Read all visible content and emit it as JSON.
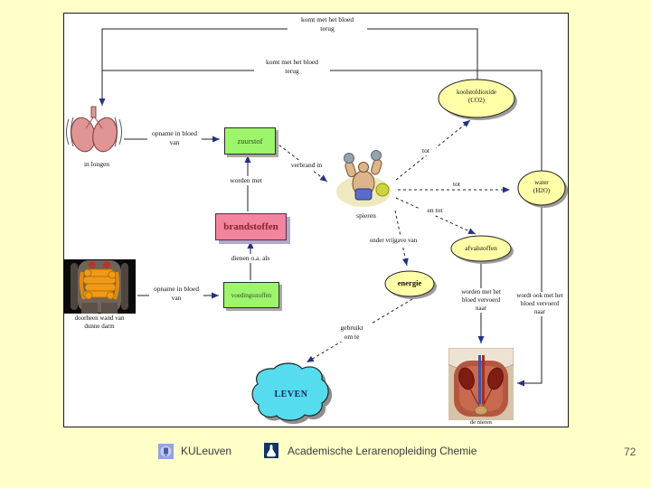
{
  "slide": {
    "title_context": "concept map verbranding in het lichaam",
    "page_number": "72"
  },
  "footer": {
    "institution": "KULeuven",
    "program": "Academische Lerarenopleiding Chemie"
  },
  "colors": {
    "background": "#FFFFC8",
    "panel": "#FFFFFF",
    "node_green": "#9DF56B",
    "node_pink": "#F2849E",
    "node_yellow": "#FFFFA8",
    "cloud_cyan": "#55DCEE",
    "arrow_navy": "#253089",
    "brandstoffen_text": "#8B2030"
  },
  "diagram": {
    "nodes": {
      "zuurstof": "zuurstof",
      "voedingsstoffen": "voedingsstoffen",
      "brandstoffen": "brandstoffen",
      "koolstofdioxide": [
        "koolstofdioxide",
        "(CO2)"
      ],
      "water": [
        "water",
        "(H2O)"
      ],
      "afvalstoffen": "afvalstoffen",
      "energie": "energie",
      "leven": "LEVEN"
    },
    "edges": {
      "return_co2": [
        "komt met het bloed",
        "terug"
      ],
      "return_water": [
        "komt met het bloed",
        "terug"
      ],
      "opname_longen": [
        "opname in bloed",
        "van"
      ],
      "verbrand_in": "verbrand in",
      "worden_met": "worden met",
      "tot_co2": "tot",
      "tot_water": "tot",
      "en_tot": "en tot",
      "onder_vrijgave": "onder vrijgave van",
      "dienen": "dienen o.a. als",
      "opname_darm": [
        "opname in bloed",
        "van"
      ],
      "gebruikt": [
        "gebruikt",
        "om te"
      ],
      "vervoerd_afval": [
        "worden met het",
        "bloed vervoerd",
        "naar"
      ],
      "vervoerd_water": [
        "wordt ook met het",
        "bloed vervoerd",
        "naar"
      ]
    },
    "captions": {
      "longen": "in longen",
      "spieren": "spieren",
      "darm": [
        "doorheen wand van",
        "dunne darm"
      ],
      "nieren": "de nieren"
    }
  }
}
